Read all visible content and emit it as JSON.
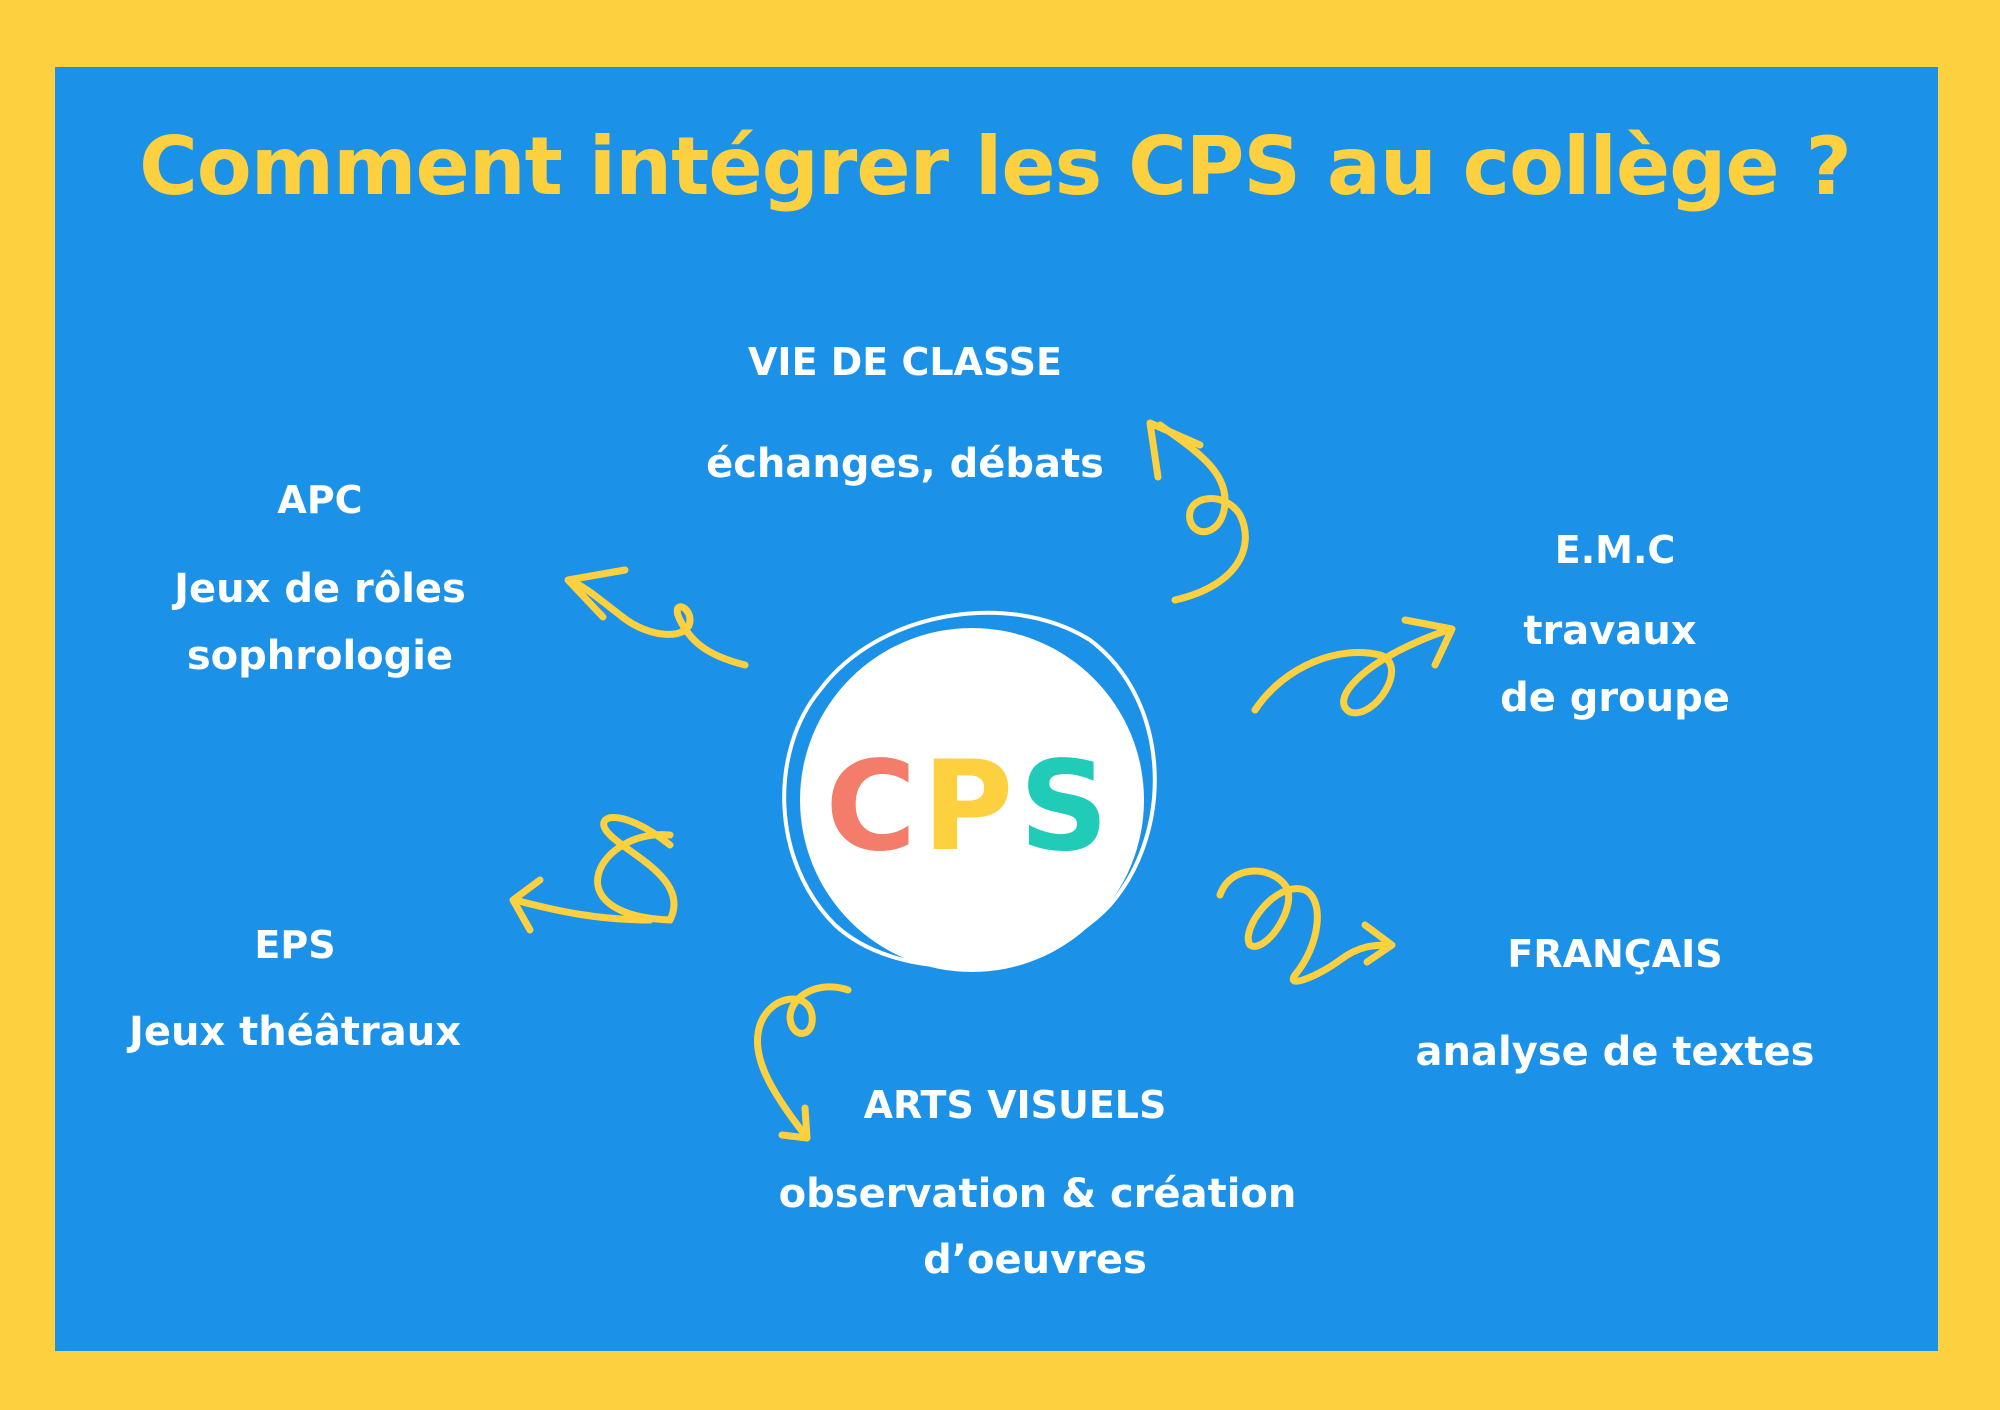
{
  "title": "Comment intégrer les CPS au collège ?",
  "center": {
    "letters": [
      "C",
      "P",
      "S"
    ],
    "colors": [
      "#f47c6a",
      "#fcd03f",
      "#20cbb8"
    ]
  },
  "colors": {
    "background": "#fcd03f",
    "panel": "#1b91e8",
    "title": "#fcd03f",
    "arrows": "#fcd03f",
    "text": "#ffffff"
  },
  "nodes": {
    "vie_de_classe": {
      "heading": "VIE DE CLASSE",
      "lines": [
        "échanges, débats"
      ]
    },
    "apc": {
      "heading": "APC",
      "lines": [
        "Jeux de rôles",
        "sophrologie"
      ]
    },
    "emc": {
      "heading": "E.M.C",
      "lines": [
        "travaux",
        "de groupe"
      ]
    },
    "eps": {
      "heading": "EPS",
      "lines": [
        "Jeux théâtraux"
      ]
    },
    "francais": {
      "heading": "FRANÇAIS",
      "lines": [
        "analyse de textes"
      ]
    },
    "arts_visuels": {
      "heading": "ARTS VISUELS",
      "lines": [
        "observation & création",
        "d’oeuvres"
      ]
    }
  }
}
